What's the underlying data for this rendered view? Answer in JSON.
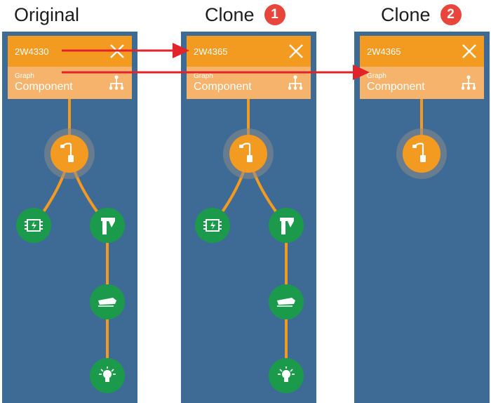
{
  "panels": [
    {
      "heading": "Original",
      "badge": "",
      "card": {
        "id": "2W4330",
        "kind": "Graph",
        "name": "Component"
      },
      "nodes": [
        {
          "id": "root",
          "kind": "root",
          "icon": "lamp-head-icon"
        },
        {
          "id": "a",
          "kind": "child",
          "icon": "driver-chip-icon"
        },
        {
          "id": "b",
          "kind": "child",
          "icon": "pole-bracket-icon"
        },
        {
          "id": "c",
          "kind": "child",
          "icon": "luminaire-head-icon"
        },
        {
          "id": "d",
          "kind": "child",
          "icon": "light-bulb-icon"
        }
      ],
      "edges": [
        [
          "root",
          "a"
        ],
        [
          "root",
          "b"
        ],
        [
          "b",
          "c"
        ],
        [
          "c",
          "d"
        ]
      ]
    },
    {
      "heading": "Clone",
      "badge": "1",
      "card": {
        "id": "2W4365",
        "kind": "Graph",
        "name": "Component"
      },
      "nodes": [
        {
          "id": "root",
          "kind": "root",
          "icon": "lamp-head-icon"
        },
        {
          "id": "a",
          "kind": "child",
          "icon": "driver-chip-icon"
        },
        {
          "id": "b",
          "kind": "child",
          "icon": "pole-bracket-icon"
        },
        {
          "id": "c",
          "kind": "child",
          "icon": "luminaire-head-icon"
        },
        {
          "id": "d",
          "kind": "child",
          "icon": "light-bulb-icon"
        }
      ],
      "edges": [
        [
          "root",
          "a"
        ],
        [
          "root",
          "b"
        ],
        [
          "b",
          "c"
        ],
        [
          "c",
          "d"
        ]
      ]
    },
    {
      "heading": "Clone",
      "badge": "2",
      "card": {
        "id": "2W4365",
        "kind": "Graph",
        "name": "Component"
      },
      "nodes": [
        {
          "id": "root",
          "kind": "root",
          "icon": "lamp-head-icon"
        }
      ],
      "edges": []
    }
  ],
  "arrows": [
    {
      "from_panel": 0,
      "to_panel": 1,
      "row": "card-id"
    },
    {
      "from_panel": 0,
      "to_panel": 2,
      "row": "card-kind"
    }
  ],
  "colors": {
    "panel": "#3e6b95",
    "card_head": "#f39a20",
    "card_sub": "#f5b36b",
    "root_node": "#f39a20",
    "root_halo": "#8a8a8a",
    "child_node": "#1c9a4b",
    "edge": "#f39a20",
    "arrow": "#e3232a",
    "badge": "#e8453c"
  }
}
